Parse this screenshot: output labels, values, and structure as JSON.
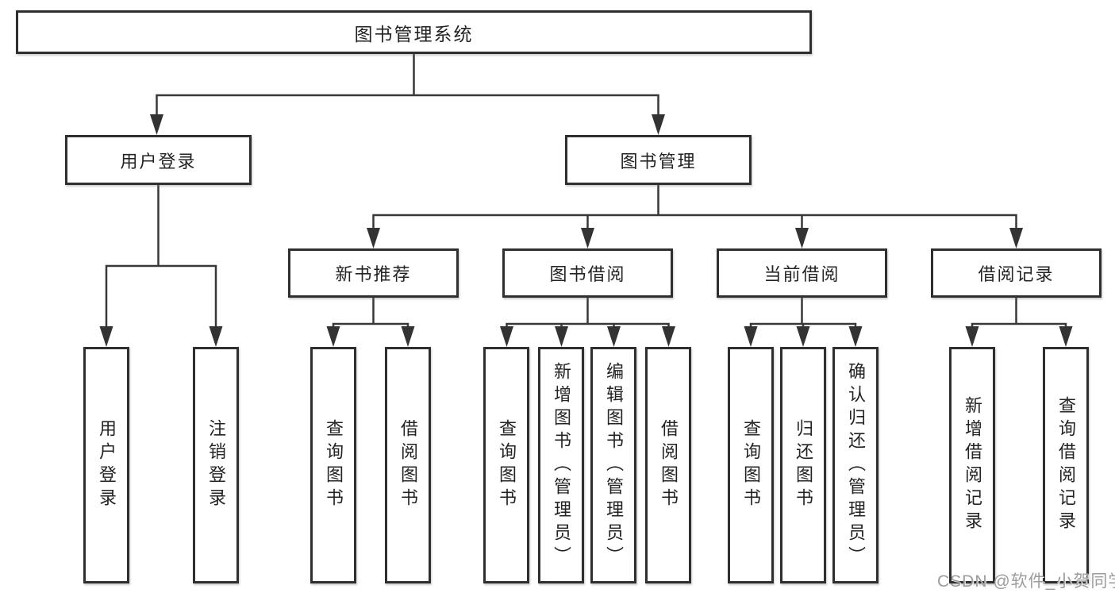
{
  "root": {
    "label": "图书管理系统"
  },
  "level2": {
    "login": "用户登录",
    "management": "图书管理"
  },
  "level3": {
    "new_book": "新书推荐",
    "book_borrow": "图书借阅",
    "current_borrow": "当前借阅",
    "borrow_records": "借阅记录"
  },
  "leaves": {
    "login": [
      "用户登录",
      "注销登录"
    ],
    "new_book": [
      "查询图书",
      "借阅图书"
    ],
    "book_borrow": [
      "查询图书",
      "新增图书（管理员）",
      "编辑图书（管理员）",
      "借阅图书"
    ],
    "current_borrow": [
      "查询图书",
      "归还图书",
      "确认归还（管理员）"
    ],
    "borrow_records": [
      "新增借阅记录",
      "查询借阅记录"
    ]
  },
  "watermark": "CSDN @软件_小贺同学",
  "colors": {
    "line": "#383838",
    "box_border": "#2f2f2f",
    "box_fill": "#ffffff",
    "text": "#232323",
    "watermark": "#9c9c9c"
  }
}
